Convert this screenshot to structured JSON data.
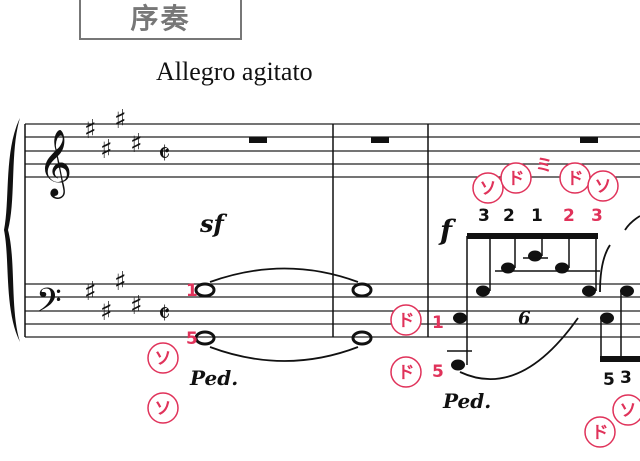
{
  "header": {
    "title": "序奏",
    "tempo": "Allegro agitato"
  },
  "score": {
    "time_signature": "𝄵",
    "dynamics": {
      "sf": "sf",
      "f": "f"
    },
    "pedal": [
      "Ped.",
      "Ped."
    ],
    "tuplet": "6",
    "fingering_black": [
      "3",
      "2",
      "1",
      "5",
      "3"
    ],
    "fingering_red": [
      "1",
      "5",
      "1",
      "5",
      "2",
      "3"
    ],
    "solfege": [
      "ソ",
      "ソ",
      "ド",
      "ド",
      "ソ",
      "ド",
      "ミ",
      "ド",
      "ソ",
      "ド",
      "ソ"
    ],
    "accent_color": "#e0325a"
  }
}
